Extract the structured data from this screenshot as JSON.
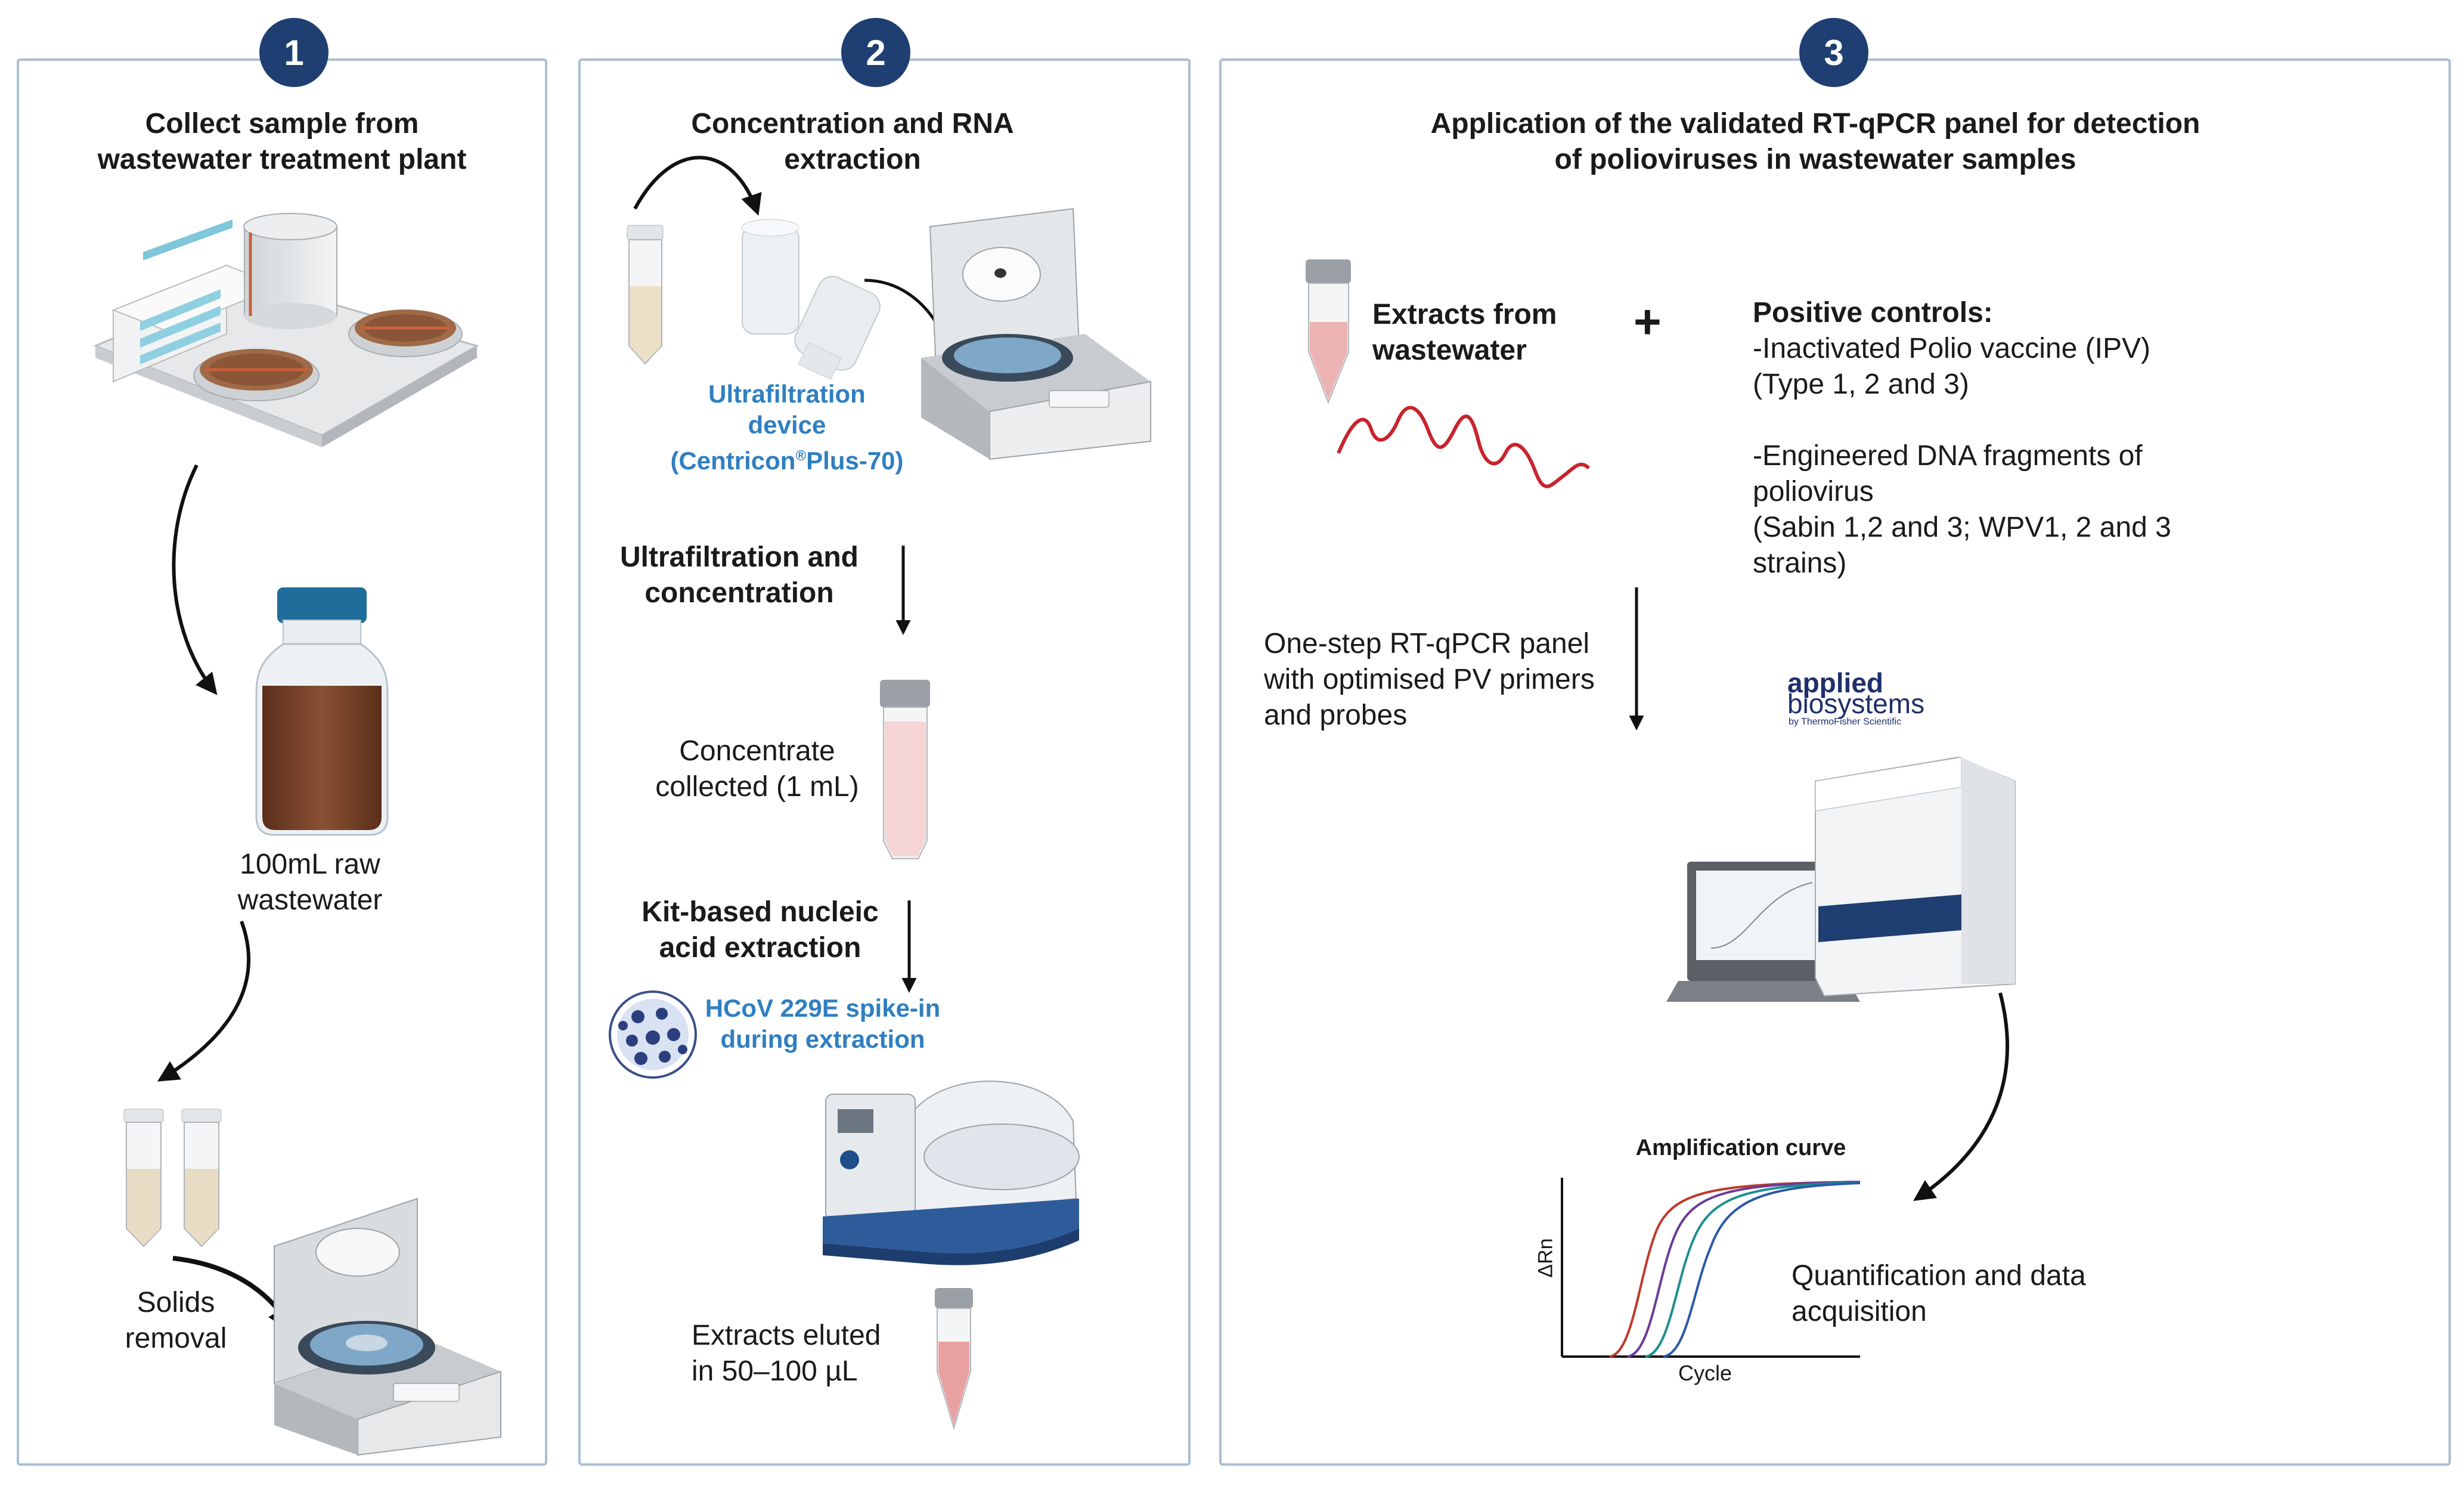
{
  "steps": {
    "s1": "1",
    "s2": "2",
    "s3": "3"
  },
  "panel1": {
    "title_line1": "Collect sample from",
    "title_line2": "wastewater treatment plant",
    "volume_line1": "100mL raw",
    "volume_line2": "wastewater",
    "solids_line1": "Solids",
    "solids_line2": "removal"
  },
  "panel2": {
    "title_line1": "Concentration and RNA",
    "title_line2": "extraction",
    "device_line1": "Ultrafiltration",
    "device_line2": "device",
    "device_line3": "(Centricon",
    "device_reg": "®",
    "device_line3b": "Plus-70)",
    "uf_line1": "Ultrafiltration and",
    "uf_line2": "concentration",
    "conc_line1": "Concentrate",
    "conc_line2": "collected (1 mL)",
    "kit_line1": "Kit-based nucleic",
    "kit_line2": "acid extraction",
    "spike_line1": "HCoV 229E spike-in",
    "spike_line2": "during extraction",
    "eluted_line1": "Extracts eluted",
    "eluted_line2": "in 50–100  µL"
  },
  "panel3": {
    "title_line1": "Application of the validated RT-qPCR panel for detection",
    "title_line2": "of polioviruses in wastewater samples",
    "extracts_line1": "Extracts from",
    "extracts_line2": "wastewater",
    "plus": "+",
    "controls_title": "Positive controls:",
    "controls_text": "-Inactivated Polio vaccine (IPV)\n(Type 1, 2 and 3)\n\n-Engineered DNA fragments of\npoliovirus\n(Sabin 1,2 and 3; WPV1, 2 and 3\nstrains)",
    "panel_text": "One-step RT-qPCR panel\nwith optimised PV primers\nand probes",
    "brand_line1": "applied",
    "brand_line2": "biosystems",
    "brand_line3": "by ThermoFisher Scientific",
    "curve_title": "Amplification curve",
    "curve_ylabel": "ΔRn",
    "curve_xlabel": "Cycle",
    "quant_line1": "Quantification and data",
    "quant_line2": "acquisition"
  },
  "colors": {
    "navy": "#1f3f72",
    "panel_border": "#a9bfd3",
    "accent_blue": "#2f7fc1",
    "rna_red": "#c8232c",
    "wastewater_brown": "#6e3b23",
    "bottle_cap": "#1f6d9a",
    "curve_red": "#c0392b",
    "curve_teal": "#1e8e8e",
    "curve_blue": "#2a5aa8",
    "curve_purple": "#6a3a9a"
  }
}
